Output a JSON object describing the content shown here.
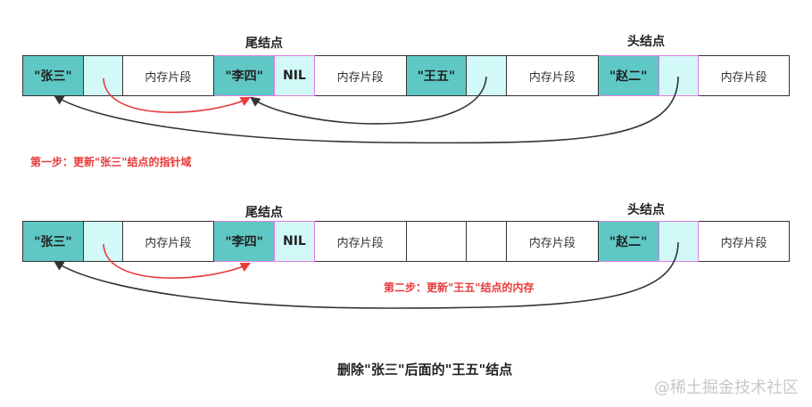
{
  "diagram": {
    "tail_label": "尾结点",
    "head_label": "头结点",
    "row1": {
      "cells": [
        {
          "text": "\"张三\"",
          "kind": "data"
        },
        {
          "text": "",
          "kind": "ptr"
        },
        {
          "text": "内存片段",
          "kind": "mem"
        },
        {
          "text": "\"李四\"",
          "kind": "data"
        },
        {
          "text": "NIL",
          "kind": "nil"
        },
        {
          "text": "内存片段",
          "kind": "mem"
        },
        {
          "text": "\"王五\"",
          "kind": "data"
        },
        {
          "text": "",
          "kind": "ptr"
        },
        {
          "text": "内存片段",
          "kind": "mem"
        },
        {
          "text": "\"赵二\"",
          "kind": "data"
        },
        {
          "text": "",
          "kind": "ptr"
        },
        {
          "text": "内存片段",
          "kind": "mem"
        }
      ]
    },
    "step1": "第一步：更新\"张三\"结点的指针域",
    "row2": {
      "cells": [
        {
          "text": "\"张三\"",
          "kind": "data"
        },
        {
          "text": "",
          "kind": "ptr"
        },
        {
          "text": "内存片段",
          "kind": "mem"
        },
        {
          "text": "\"李四\"",
          "kind": "data"
        },
        {
          "text": "NIL",
          "kind": "nil"
        },
        {
          "text": "内存片段",
          "kind": "mem"
        },
        {
          "text": "",
          "kind": "mem"
        },
        {
          "text": "",
          "kind": "mem"
        },
        {
          "text": "内存片段",
          "kind": "mem"
        },
        {
          "text": "\"赵二\"",
          "kind": "data"
        },
        {
          "text": "",
          "kind": "ptr"
        },
        {
          "text": "内存片段",
          "kind": "mem"
        }
      ]
    },
    "step2": "第二步：更新\"王五\"结点的内存",
    "caption": "删除\"张三\"后面的\"王五\"结点",
    "watermark": "@稀土掘金技术社区",
    "colors": {
      "data": "#5fc8c4",
      "pointer": "#d2f8f8",
      "highlight_border": "#e07be0",
      "red_arrow": "#e83a3a",
      "dark_arrow": "#333333"
    }
  }
}
